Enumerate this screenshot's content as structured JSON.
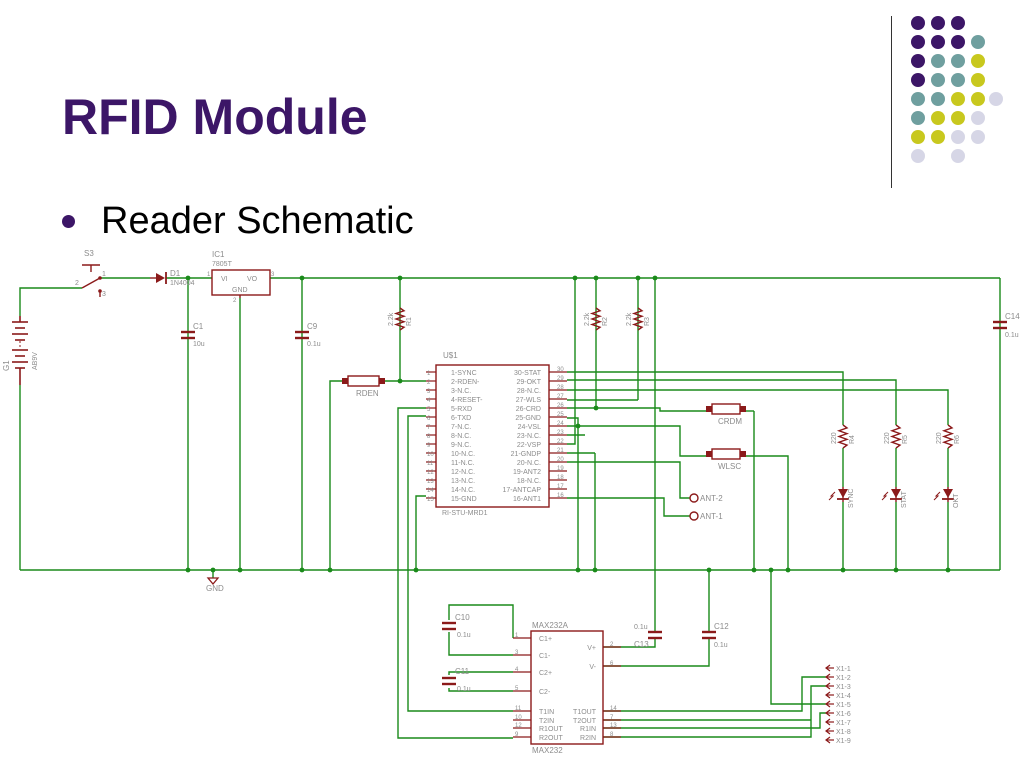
{
  "slide": {
    "title": "RFID Module",
    "bullet": "Reader Schematic"
  },
  "colors": {
    "title": "#3c1667",
    "wire": "#1a8a1a",
    "component": "#8b1a1a",
    "label": "#8c8c8c",
    "dot_palette": [
      "#3c1667",
      "#6f9f9f",
      "#c8c81e",
      "#d6d6e6"
    ]
  },
  "decoration": {
    "dot_grid": [
      [
        0,
        0,
        0,
        null
      ],
      [
        0,
        0,
        0,
        1
      ],
      [
        0,
        1,
        1,
        2
      ],
      [
        0,
        1,
        1,
        2
      ],
      [
        1,
        1,
        2,
        2,
        3
      ],
      [
        1,
        2,
        2,
        3
      ],
      [
        2,
        2,
        3,
        3
      ],
      [
        3,
        null,
        3,
        null
      ]
    ]
  },
  "schematic": {
    "switch": {
      "ref": "S3",
      "pins": [
        "1",
        "2",
        "3"
      ]
    },
    "diode": {
      "ref": "D1",
      "value": "1N4004"
    },
    "regulator": {
      "ref": "IC1",
      "value": "7805T",
      "pins": [
        "VI",
        "VO",
        "GND"
      ],
      "pin_numbers": [
        "1",
        "3",
        "2"
      ]
    },
    "battery": {
      "ref": "G1",
      "value": "AB9V"
    },
    "capacitors": [
      {
        "id": "c1",
        "ref": "C1",
        "value": "10u"
      },
      {
        "id": "c9",
        "ref": "C9",
        "value": "0.1u"
      },
      {
        "id": "c14",
        "ref": "C14",
        "value": "0.1u"
      },
      {
        "id": "c10",
        "ref": "C10",
        "value": "0.1u"
      },
      {
        "id": "c11",
        "ref": "C11",
        "value": "0.1u"
      },
      {
        "id": "c12",
        "ref": "C12",
        "value": "0.1u"
      },
      {
        "id": "c13",
        "ref": "C13",
        "value": "0.1u"
      }
    ],
    "resistors": [
      {
        "id": "r1",
        "ref": "R1",
        "value": "2.2k"
      },
      {
        "id": "r2",
        "ref": "R2",
        "value": "2.2k"
      },
      {
        "id": "r3",
        "ref": "R3",
        "value": "2.2k"
      },
      {
        "id": "r4",
        "ref": "R4",
        "value": "220"
      },
      {
        "id": "r5",
        "ref": "R5",
        "value": "220"
      },
      {
        "id": "r6",
        "ref": "R6",
        "value": "220"
      }
    ],
    "jumpers": [
      {
        "id": "rden",
        "ref": "RDEN"
      },
      {
        "id": "crdm",
        "ref": "CRDM"
      },
      {
        "id": "wlsc",
        "ref": "WLSC"
      }
    ],
    "leds": [
      {
        "id": "sync",
        "ref": "SYNC"
      },
      {
        "id": "stat",
        "ref": "STAT"
      },
      {
        "id": "okt",
        "ref": "OKT"
      }
    ],
    "module": {
      "ref": "U$1",
      "value": "RI-STU-MRD1",
      "left_pins": [
        "1-SYNC",
        "2-RDEN-",
        "3-N.C.",
        "4-RESET-",
        "5-RXD",
        "6-TXD",
        "7-N.C.",
        "8-N.C.",
        "9-N.C.",
        "10-N.C.",
        "11-N.C.",
        "12-N.C.",
        "13-N.C.",
        "14-N.C.",
        "15-GND"
      ],
      "left_numbers": [
        "1",
        "2",
        "3",
        "4",
        "5",
        "6",
        "7",
        "8",
        "9",
        "10",
        "11",
        "12",
        "13",
        "14",
        "15"
      ],
      "right_pins": [
        "30-STAT",
        "29-OKT",
        "28-N.C.",
        "27-WLS",
        "26-CRD",
        "25-GND",
        "24-VSL",
        "23-N.C.",
        "22-VSP",
        "21-GNDP",
        "20-N.C.",
        "19-ANT2",
        "18-N.C.",
        "17-ANTCAP",
        "16-ANT1"
      ],
      "right_numbers": [
        "30",
        "29",
        "28",
        "27",
        "26",
        "25",
        "24",
        "23",
        "22",
        "21",
        "20",
        "19",
        "18",
        "17",
        "16"
      ]
    },
    "antenna": [
      "ANT-2",
      "ANT-1"
    ],
    "ground": "GND",
    "max232": {
      "ref": "MAX232A",
      "value": "MAX232",
      "left_pins": [
        "C1+",
        "C1-",
        "C2+",
        "C2-",
        "T1IN",
        "T2IN",
        "R1OUT",
        "R2OUT"
      ],
      "left_numbers": [
        "1",
        "3",
        "4",
        "5",
        "11",
        "10",
        "12",
        "9"
      ],
      "right_pins": [
        "V+",
        "V-",
        "T1OUT",
        "T2OUT",
        "R1IN",
        "R2IN"
      ],
      "right_numbers": [
        "2",
        "6",
        "14",
        "7",
        "13",
        "8"
      ]
    },
    "connector": [
      "X1-1",
      "X1-2",
      "X1-3",
      "X1-4",
      "X1-5",
      "X1-6",
      "X1-7",
      "X1-8",
      "X1-9"
    ]
  }
}
